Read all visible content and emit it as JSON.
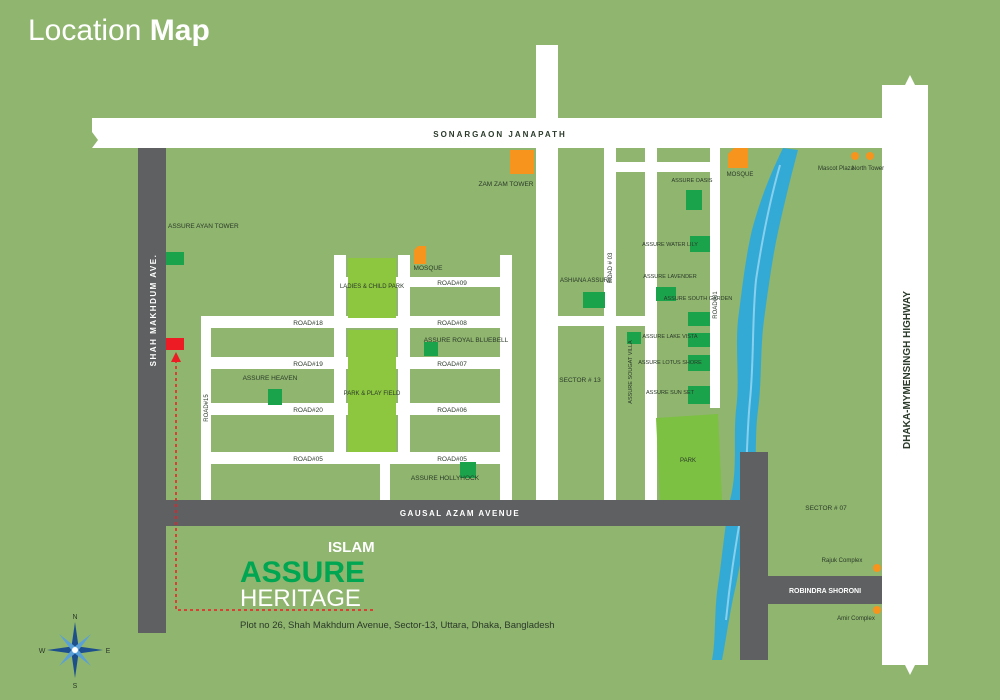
{
  "title": {
    "light": "Location",
    "bold": "Map"
  },
  "roads": {
    "sonargaon": "SONARGAON JANAPATH",
    "shah_makhdum": "SHAH MAKHDUM AVE.",
    "gausal_azam": "GAUSAL AZAM AVENUE",
    "dhaka_mymensingh": "DHAKA-MYMENSINGH HIGHWAY",
    "robindra_shoroni": "ROBINDRA SHORONI",
    "road_09": "ROAD#09",
    "road_08": "ROAD#08",
    "road_18": "ROAD#18",
    "road_19": "ROAD#19",
    "road_07": "ROAD#07",
    "road_20": "ROAD#20",
    "road_06": "ROAD#06",
    "road_05a": "ROAD#05",
    "road_05b": "ROAD#05",
    "road_15": "ROAD#15",
    "road_03": "ROAD # 03",
    "road_01": "ROAD#01"
  },
  "places": {
    "ayan_tower": "ASSURE AYAN TOWER",
    "ladies_park": "LADIES & CHILD PARK",
    "mosque_1": "MOSQUE",
    "mosque_2": "MOSQUE",
    "zam_zam": "ZAM ZAM TOWER",
    "assure_oasis": "ASSURE OASIS",
    "royal_bluebell": "ASSURE ROYAL BLUEBELL",
    "park_play": "PARK & PLAY FIELD",
    "assure_heaven": "ASSURE HEAVEN",
    "hollyhock": "ASSURE HOLLYHOCK",
    "ashiana": "ASHIANA ASSURE",
    "sector13": "SECTOR # 13",
    "sougat_villa": "ASSURE SOUGAT VILLA",
    "water_lily": "ASSURE WATER LILY",
    "lavender": "ASSURE LAVENDER",
    "south_garden": "ASSURE SOUTH GARDEN",
    "lake_vista": "ASSURE LAKE VISTA",
    "lotus_shore": "ASSURE LOTUS SHORE",
    "sun_set": "ASSURE SUN SET",
    "park": "PARK",
    "sector07": "SECTOR # 07",
    "mascot_plaza": "Mascot Plaza",
    "north_tower": "North Tower",
    "rajuk_complex": "Rajuk Complex",
    "amir_complex": "Amir Complex"
  },
  "brand": {
    "islam": "ISLAM",
    "assure": "ASSURE",
    "heritage": "HERITAGE",
    "address": "Plot no 26, Shah Makhdum Avenue, Sector-13, Uttara, Dhaka, Bangladesh"
  },
  "compass": {
    "n": "N",
    "s": "S",
    "e": "E",
    "w": "W"
  },
  "colors": {
    "background": "#8fb56e",
    "main_road": "#5f6062",
    "white_road": "#ffffff",
    "building": "#1aa34a",
    "landmark": "#f7941d",
    "marker": "#ed1c24",
    "lake": "#29a9e1"
  }
}
